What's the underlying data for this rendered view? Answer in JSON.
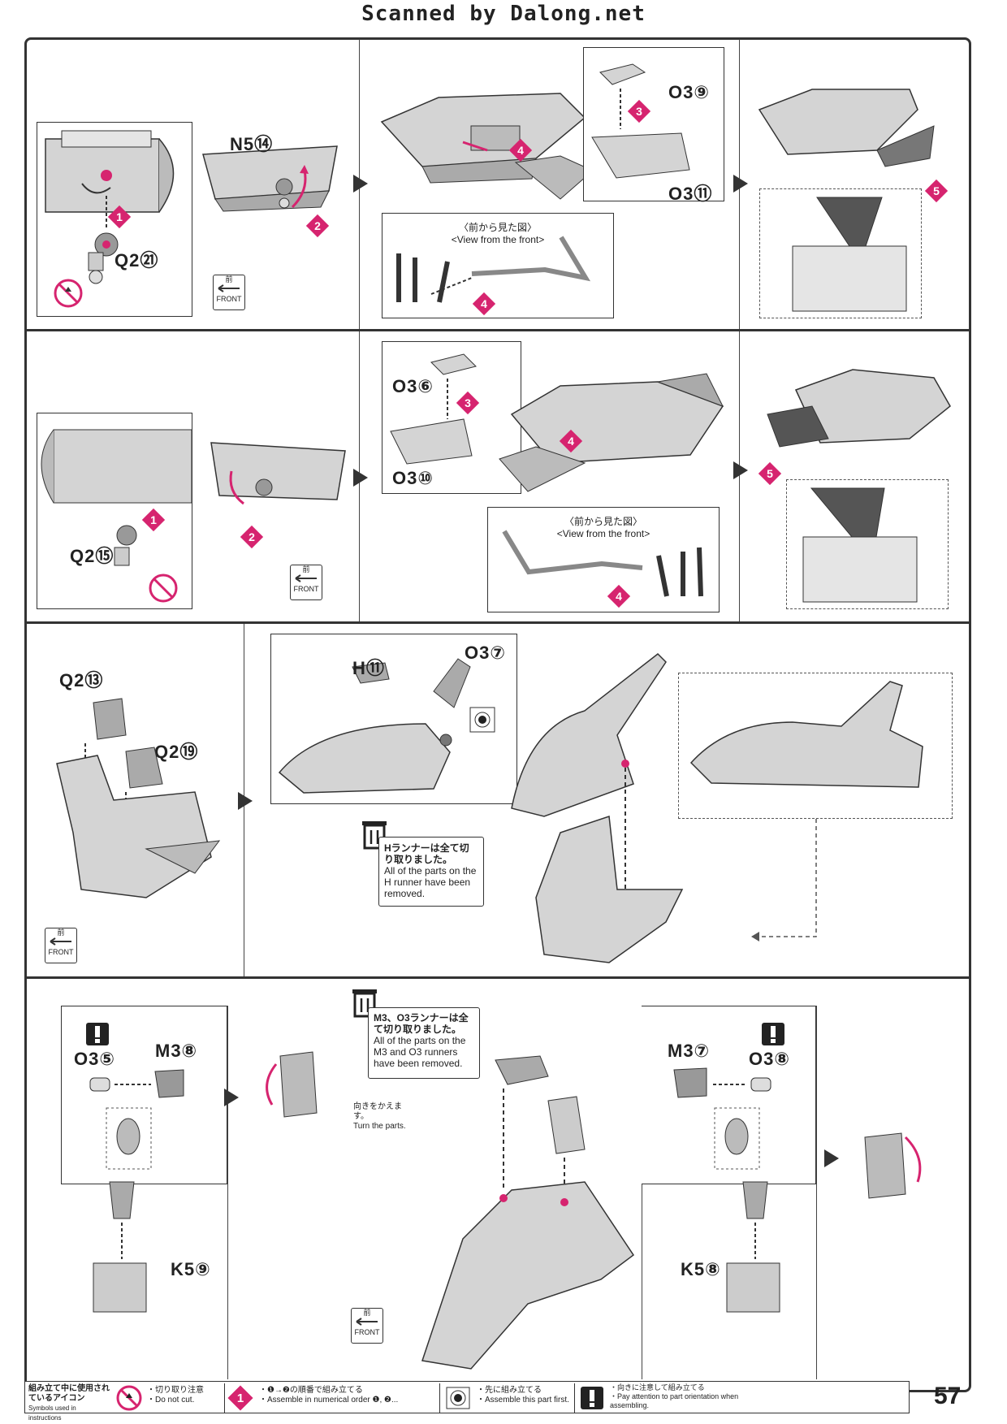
{
  "header": {
    "scan_credit": "Scanned by Dalong.net"
  },
  "page_number": "57",
  "front_badge": {
    "jp": "前",
    "en": "FRONT"
  },
  "view_front": {
    "jp": "〈前から見た図〉",
    "en": "<View from the front>"
  },
  "steps": [
    "1",
    "2",
    "3",
    "4",
    "5"
  ],
  "parts": {
    "n5_14": "N5⑭",
    "q2_21": "Q2㉑",
    "o3_9": "O3⑨",
    "o3_11": "O3⑪",
    "o3_6": "O3⑥",
    "o3_10": "O3⑩",
    "q2_15": "Q2⑮",
    "q2_13": "Q2⑬",
    "q2_19": "Q2⑲",
    "h_11": "H⑪",
    "o3_7": "O3⑦",
    "o3_5": "O3⑤",
    "m3_8": "M3⑧",
    "m3_7": "M3⑦",
    "o3_8": "O3⑧",
    "k5_9": "K5⑨",
    "k5_8": "K5⑧"
  },
  "notes": {
    "h_runner_jp": "Hランナーは全て切り取りました。",
    "h_runner_en": "All of the parts on the H runner have been removed.",
    "m3o3_jp": "M3、O3ランナーは全て切り取りました。",
    "m3o3_en": "All of the parts on the M3 and O3 runners have been removed.",
    "turn_jp": "向きをかえます。",
    "turn_en": "Turn the parts."
  },
  "legend": {
    "title_jp": "組み立て中に使用されているアイコン",
    "title_en": "Symbols used in instructions",
    "donotcut_jp": "・切り取り注意",
    "donotcut_en": "・Do not cut.",
    "order_jp": "・❶→❷の順番で組み立てる",
    "order_en": "・Assemble in numerical order ❶, ❷...",
    "first_jp": "・先に組み立てる",
    "first_en": "・Assemble this part first.",
    "attn_jp": "・向きに注意して組み立てる",
    "attn_en": "・Pay attention to part orientation when assembling."
  },
  "colors": {
    "accent": "#d6246f",
    "line": "#333333",
    "part_fill": "#d4d4d4"
  }
}
